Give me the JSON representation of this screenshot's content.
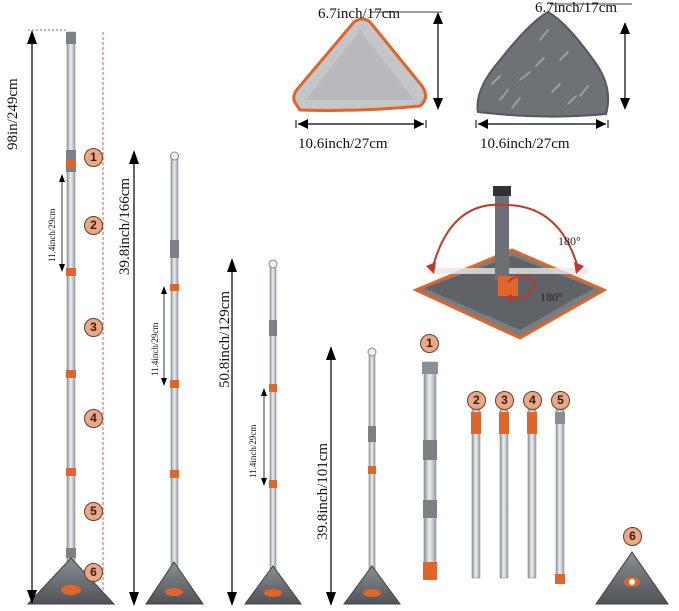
{
  "measurements": {
    "full_height": "98in/249cm",
    "four_section_height": "39.8inch/166cm",
    "three_section_height": "50.8inch/129cm",
    "two_section_height": "39.8inch/101cm",
    "section_length": "11.4inch/29cm",
    "pad_height": "6.7inch/17cm",
    "pad_width": "10.6inch/27cm",
    "rotation_outer": "180°",
    "rotation_inner": "180°"
  },
  "part_numbers": [
    "1",
    "2",
    "3",
    "4",
    "5",
    "6"
  ],
  "colors": {
    "accent": "#e0652a",
    "pole": "#c9ccd0",
    "head": "#6f7378",
    "badge": "#e8a98a",
    "arc": "#c0392b"
  }
}
